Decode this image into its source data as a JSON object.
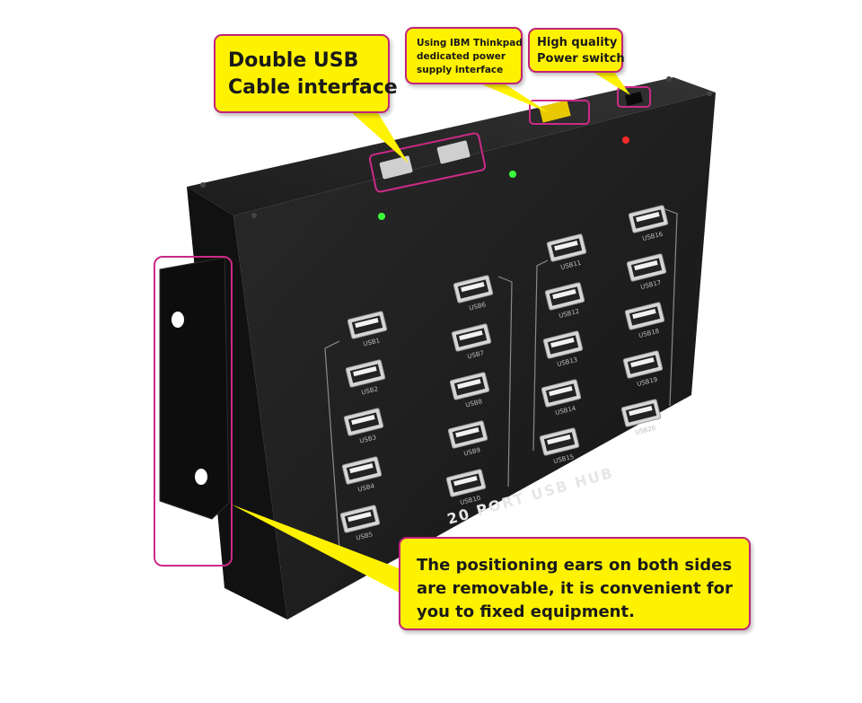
{
  "callouts": {
    "double_usb": [
      "Double USB",
      "Cable interface"
    ],
    "power_supply": [
      "Using IBM Thinkpad",
      "dedicated power",
      "supply  interface"
    ],
    "power_switch": [
      "High quality",
      "Power switch"
    ],
    "ears": [
      "The positioning ears on both sides",
      "are removable, it is convenient for",
      "you to fixed equipment."
    ]
  },
  "device": {
    "name": "20 PORT USB HUB",
    "port_labels": [
      "USB1",
      "USB2",
      "USB3",
      "USB4",
      "USB5",
      "USB6",
      "USB7",
      "USB8",
      "USB9",
      "USB10",
      "USB11",
      "USB12",
      "USB13",
      "USB14",
      "USB15",
      "USB16",
      "USB17",
      "USB18",
      "USB19",
      "USB20"
    ]
  },
  "colors": {
    "callout_fill": "#fff200",
    "callout_border": "#c2227a",
    "highlight": "#cc2a87",
    "case": "#1f1f1f",
    "led_green": "#3cff3c",
    "led_red": "#ff2a2a"
  }
}
